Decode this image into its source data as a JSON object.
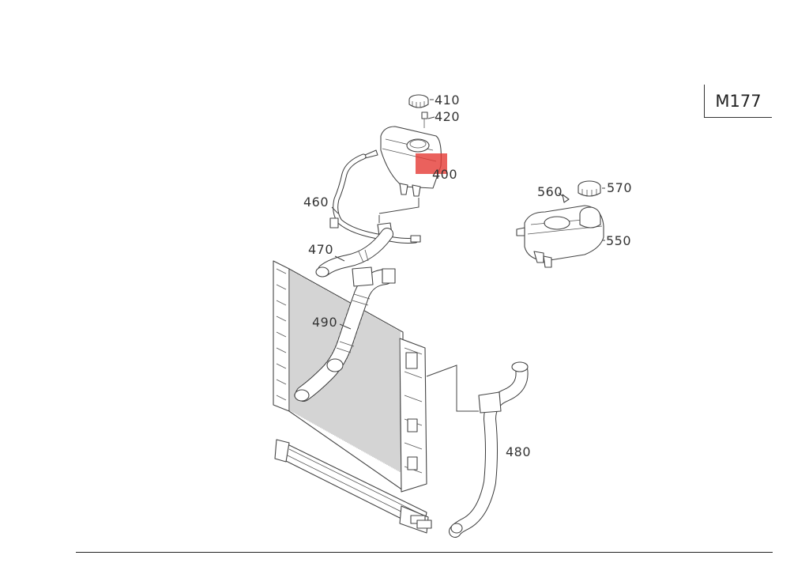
{
  "model_code": "M177",
  "callouts": {
    "c410": "410",
    "c420": "420",
    "c400": "400",
    "c460": "460",
    "c470": "470",
    "c490": "490",
    "c480": "480",
    "c560": "560",
    "c570": "570",
    "c550": "550"
  },
  "highlight_color": "#e53935"
}
